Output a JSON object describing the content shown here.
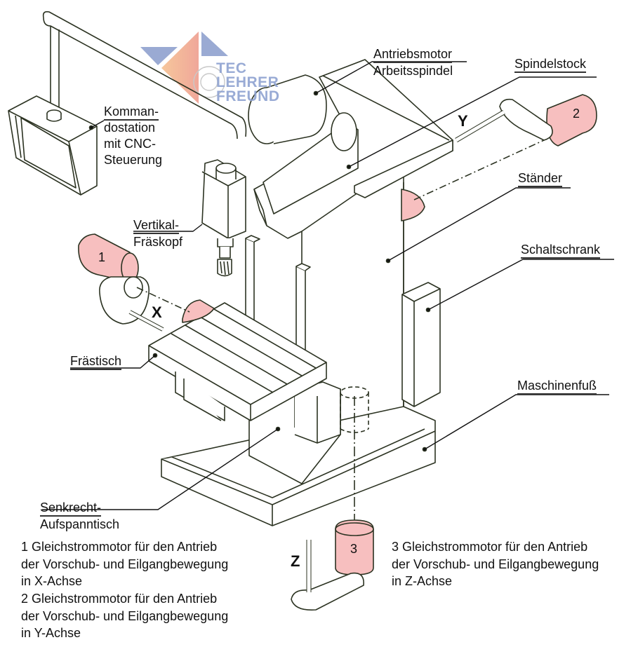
{
  "watermark": {
    "line1": "TEC",
    "line2": "LEHRER",
    "line3": "FREUND"
  },
  "labels": {
    "antriebsmotor_1": "Antriebsmotor",
    "antriebsmotor_2": "Arbeitsspindel",
    "spindelstock": "Spindelstock",
    "kommandostation_1": "Komman-",
    "kommandostation_2": "dostation",
    "kommandostation_3": "mit CNC-",
    "kommandostation_4": "Steuerung",
    "staender": "Ständer",
    "schaltschrank": "Schaltschrank",
    "fraeskopf_1": "Vertikal-",
    "fraeskopf_2": "Fräskopf",
    "fraestisch": "Frästisch",
    "maschinenfuss": "Maschinenfuß",
    "aufspanntisch_1": "Senkrecht-",
    "aufspanntisch_2": "Aufspanntisch"
  },
  "axes": {
    "x": "X",
    "y": "Y",
    "z": "Z"
  },
  "motors": {
    "m1": "1",
    "m2": "2",
    "m3": "3"
  },
  "legend": {
    "item1": [
      "1 Gleichstrommotor für den Antrieb",
      "der Vorschub- und Eilgangbewegung",
      "in X-Achse"
    ],
    "item2": [
      "2 Gleichstrommotor für den Antrieb",
      "der Vorschub- und Eilgangbewegung",
      "in Y-Achse"
    ],
    "item3": [
      "3 Gleichstrommotor für den Antrieb",
      "der Vorschub- und Eilgangbewegung",
      "in Z-Achse"
    ]
  },
  "colors": {
    "motor_fill": "#f7bfbf",
    "line": "#2c3322",
    "watermark_blue": "#8fa3d1",
    "watermark_orange": "#f3a98c"
  }
}
